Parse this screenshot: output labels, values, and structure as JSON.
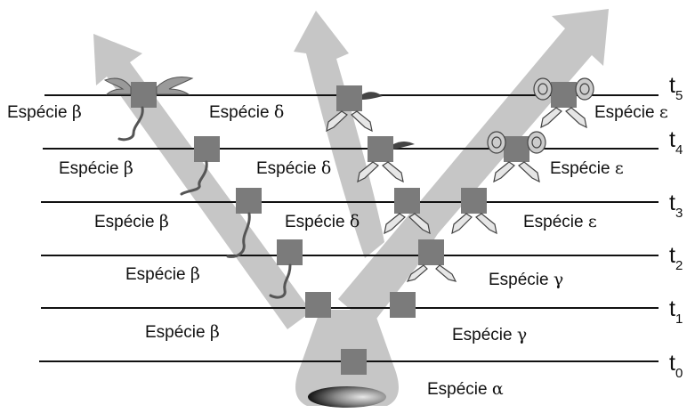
{
  "diagram": {
    "time_labels": [
      {
        "base": "t",
        "sub": "0"
      },
      {
        "base": "t",
        "sub": "1"
      },
      {
        "base": "t",
        "sub": "2"
      },
      {
        "base": "t",
        "sub": "3"
      },
      {
        "base": "t",
        "sub": "4"
      },
      {
        "base": "t",
        "sub": "5"
      }
    ],
    "species_labels": {
      "alpha": {
        "word": "Espécie",
        "greek": "α"
      },
      "beta_t1": {
        "word": "Espécie",
        "greek": "β"
      },
      "beta_t2": {
        "word": "Espécie",
        "greek": "β"
      },
      "beta_t3": {
        "word": "Espécie",
        "greek": "β"
      },
      "beta_t4": {
        "word": "Espécie",
        "greek": "β"
      },
      "beta_t5": {
        "word": "Espécie",
        "greek": "β"
      },
      "gamma_t1": {
        "word": "Espécie",
        "greek": "γ"
      },
      "gamma_t2": {
        "word": "Espécie",
        "greek": "γ"
      },
      "delta_t3": {
        "word": "Espécie",
        "greek": "δ"
      },
      "delta_t4": {
        "word": "Espécie",
        "greek": "δ"
      },
      "delta_t5": {
        "word": "Espécie",
        "greek": "δ"
      },
      "epsilon_t3": {
        "word": "Espécie",
        "greek": "ε"
      },
      "epsilon_t4": {
        "word": "Espécie",
        "greek": "ε"
      },
      "epsilon_t5": {
        "word": "Espécie",
        "greek": "ε"
      }
    }
  },
  "colors": {
    "arrow": "#c6c6c6",
    "box": "#7b7b7b",
    "line": "#111111"
  }
}
